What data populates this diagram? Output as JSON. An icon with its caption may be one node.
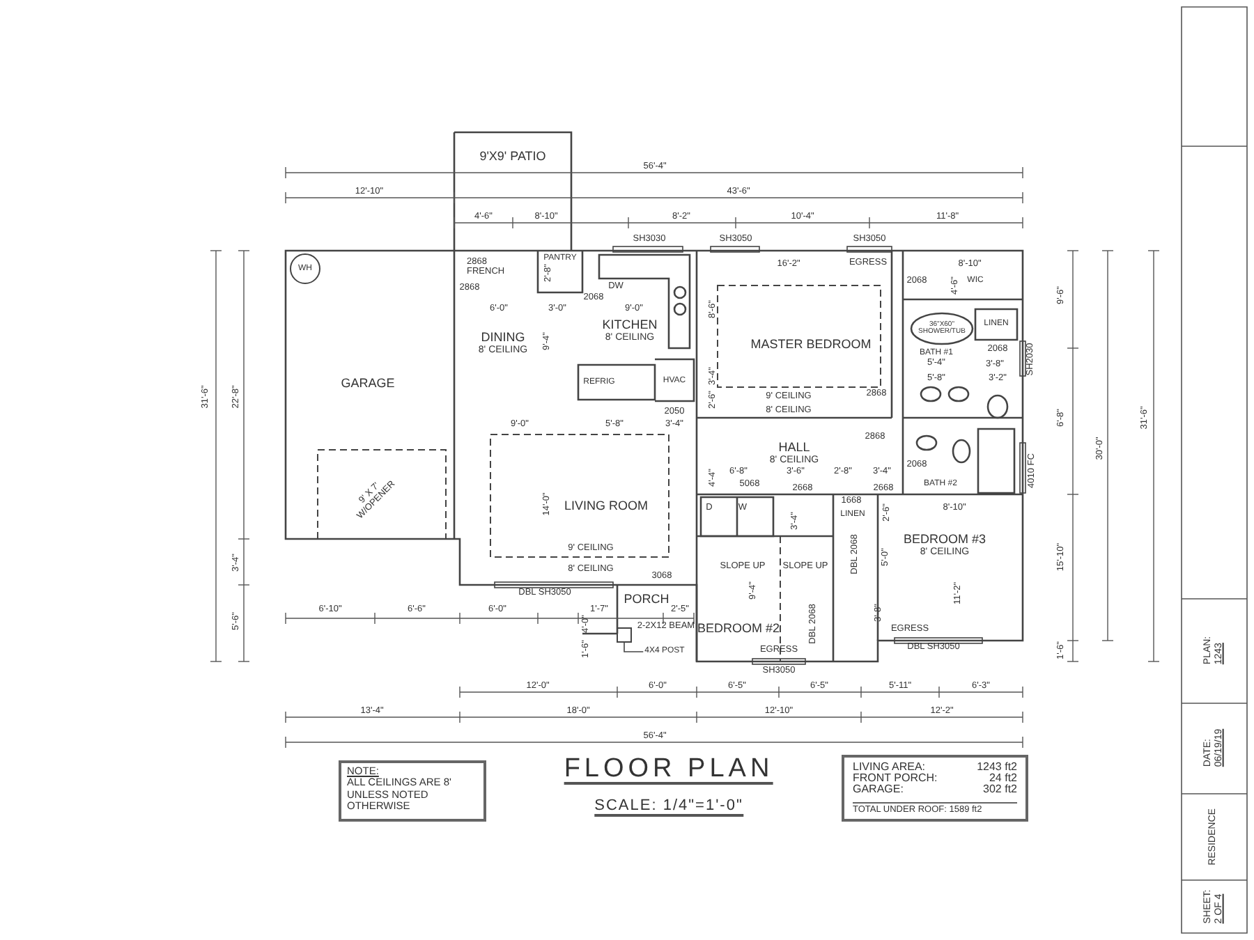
{
  "diagram": {
    "title": "FLOOR PLAN",
    "caption": "SCALE: 1/4\"=1'-0\"",
    "nodes": [
      {
        "text": [
          "9'X9' PATIO"
        ]
      },
      {
        "text": [
          "WH"
        ]
      },
      {
        "text": [
          "PANTRY"
        ]
      },
      {
        "text": [
          "KITCHEN",
          "8' CEILING"
        ]
      },
      {
        "text": [
          "DINING",
          "8' CEILING"
        ]
      },
      {
        "text": [
          "GARAGE"
        ]
      },
      {
        "text": [
          "MASTER BEDROOM"
        ]
      },
      {
        "text": [
          "WIC"
        ]
      },
      {
        "text": [
          "LINEN"
        ]
      },
      {
        "text": [
          "BATH #1"
        ]
      },
      {
        "text": [
          "REFRIG"
        ]
      },
      {
        "text": [
          "HVAC"
        ]
      },
      {
        "text": [
          "HALL",
          "8' CEILING"
        ]
      },
      {
        "text": [
          "LIVING ROOM"
        ]
      },
      {
        "text": [
          "BATH #2"
        ]
      },
      {
        "text": [
          "LINEN"
        ]
      },
      {
        "text": [
          "BEDROOM #3",
          "8' CEILING"
        ]
      },
      {
        "text": [
          "PORCH"
        ]
      },
      {
        "text": [
          "BEDROOM #2"
        ]
      },
      {
        "text": [],
        "shape": "box"
      },
      {
        "text": [
          "4X4 POST"
        ]
      },
      {
        "text": [
          "NOTE:",
          "ALL CEILINGS ARE 8' UNLESS NOTED OTHERWISE"
        ]
      },
      {
        "text": [
          "LIVING AREA:",
          "1243 ft2",
          "FRONT PORCH:",
          "24 ft2",
          "GARAGE:",
          "302 ft2",
          "TOTAL UNDER ROOF: 1589 ft2"
        ]
      },
      {
        "text": [
          "PLAN:",
          "1243"
        ]
      },
      {
        "text": [
          "DATE:",
          "06/19/19"
        ]
      },
      {
        "text": [
          "RESIDENCE"
        ]
      },
      {
        "text": [
          "SHEET:",
          "2 OF 4"
        ]
      }
    ],
    "edges": [
      {
        "from": 20,
        "to": 19,
        "arrow": "none"
      }
    ],
    "labels": [
      "56'-4\"",
      "12'-10\"",
      "43'-6\"",
      "4'-6\"",
      "8'-10\"",
      "8'-2\"",
      "10'-4\"",
      "11'-8\"",
      "SH3030",
      "SH3050",
      "SH3050",
      "2868 FRENCH",
      "2'-8\"",
      "16'-2\"",
      "EGRESS",
      "8'-10\"",
      "2068",
      "4'-6\"",
      "9'-6\"",
      "2868",
      "DW",
      "2068",
      "6'-0\"",
      "3'-0\"",
      "9'-0\"",
      "8'-6\"",
      "36\"X60\" SHOWER/TUB",
      "9'-4\"",
      "2068",
      "5'-4\"",
      "3'-8\"",
      "SH2030",
      "5'-8\"",
      "3'-2\"",
      "3'-4\"",
      "9' CEILING",
      "2868",
      "2050",
      "2'-6\"",
      "6'-8\"",
      "31'-6\"",
      "8' CEILING",
      "9'-0\"",
      "5'-8\"",
      "3'-4\"",
      "2868",
      "30'-0\"",
      "4'-4\"",
      "6'-8\"",
      "3'-6\"",
      "2'-8\"",
      "3'-4\"",
      "2068",
      "5068",
      "2668",
      "1668",
      "2668",
      "4010 FC",
      "D",
      "W",
      "14'-0\"",
      "8'-10\"",
      "3'-4\"",
      "2'-6\"",
      "9' CEILING",
      "SLOPE UP",
      "SLOPE UP",
      "DBL 2068",
      "5'-0\"",
      "11'-2\"",
      "15'-10\"",
      "3'-4\"",
      "8' CEILING",
      "9'-4\"",
      "3068",
      "DBL SH3050",
      "3'-8\"",
      "6'-10\"",
      "6'-6\"",
      "6'-0\"",
      "1'-7\"",
      "2'-5\"",
      "5'-6\"",
      "4'-0\"",
      "DBL 2068",
      "EGRESS",
      "2-2X12 BEAM",
      "1'-6\"",
      "EGRESS",
      "DBL SH3050",
      "1'-6\"",
      "SH3050",
      "12'-0\"",
      "6'-0\"",
      "6'-5\"",
      "6'-5\"",
      "5'-11\"",
      "6'-3\"",
      "13'-4\"",
      "18'-0\"",
      "12'-10\"",
      "12'-2\"",
      "56'-4\"",
      "31'-6\"",
      "22'-8\"",
      "9' X 7' W/OPENER"
    ]
  }
}
